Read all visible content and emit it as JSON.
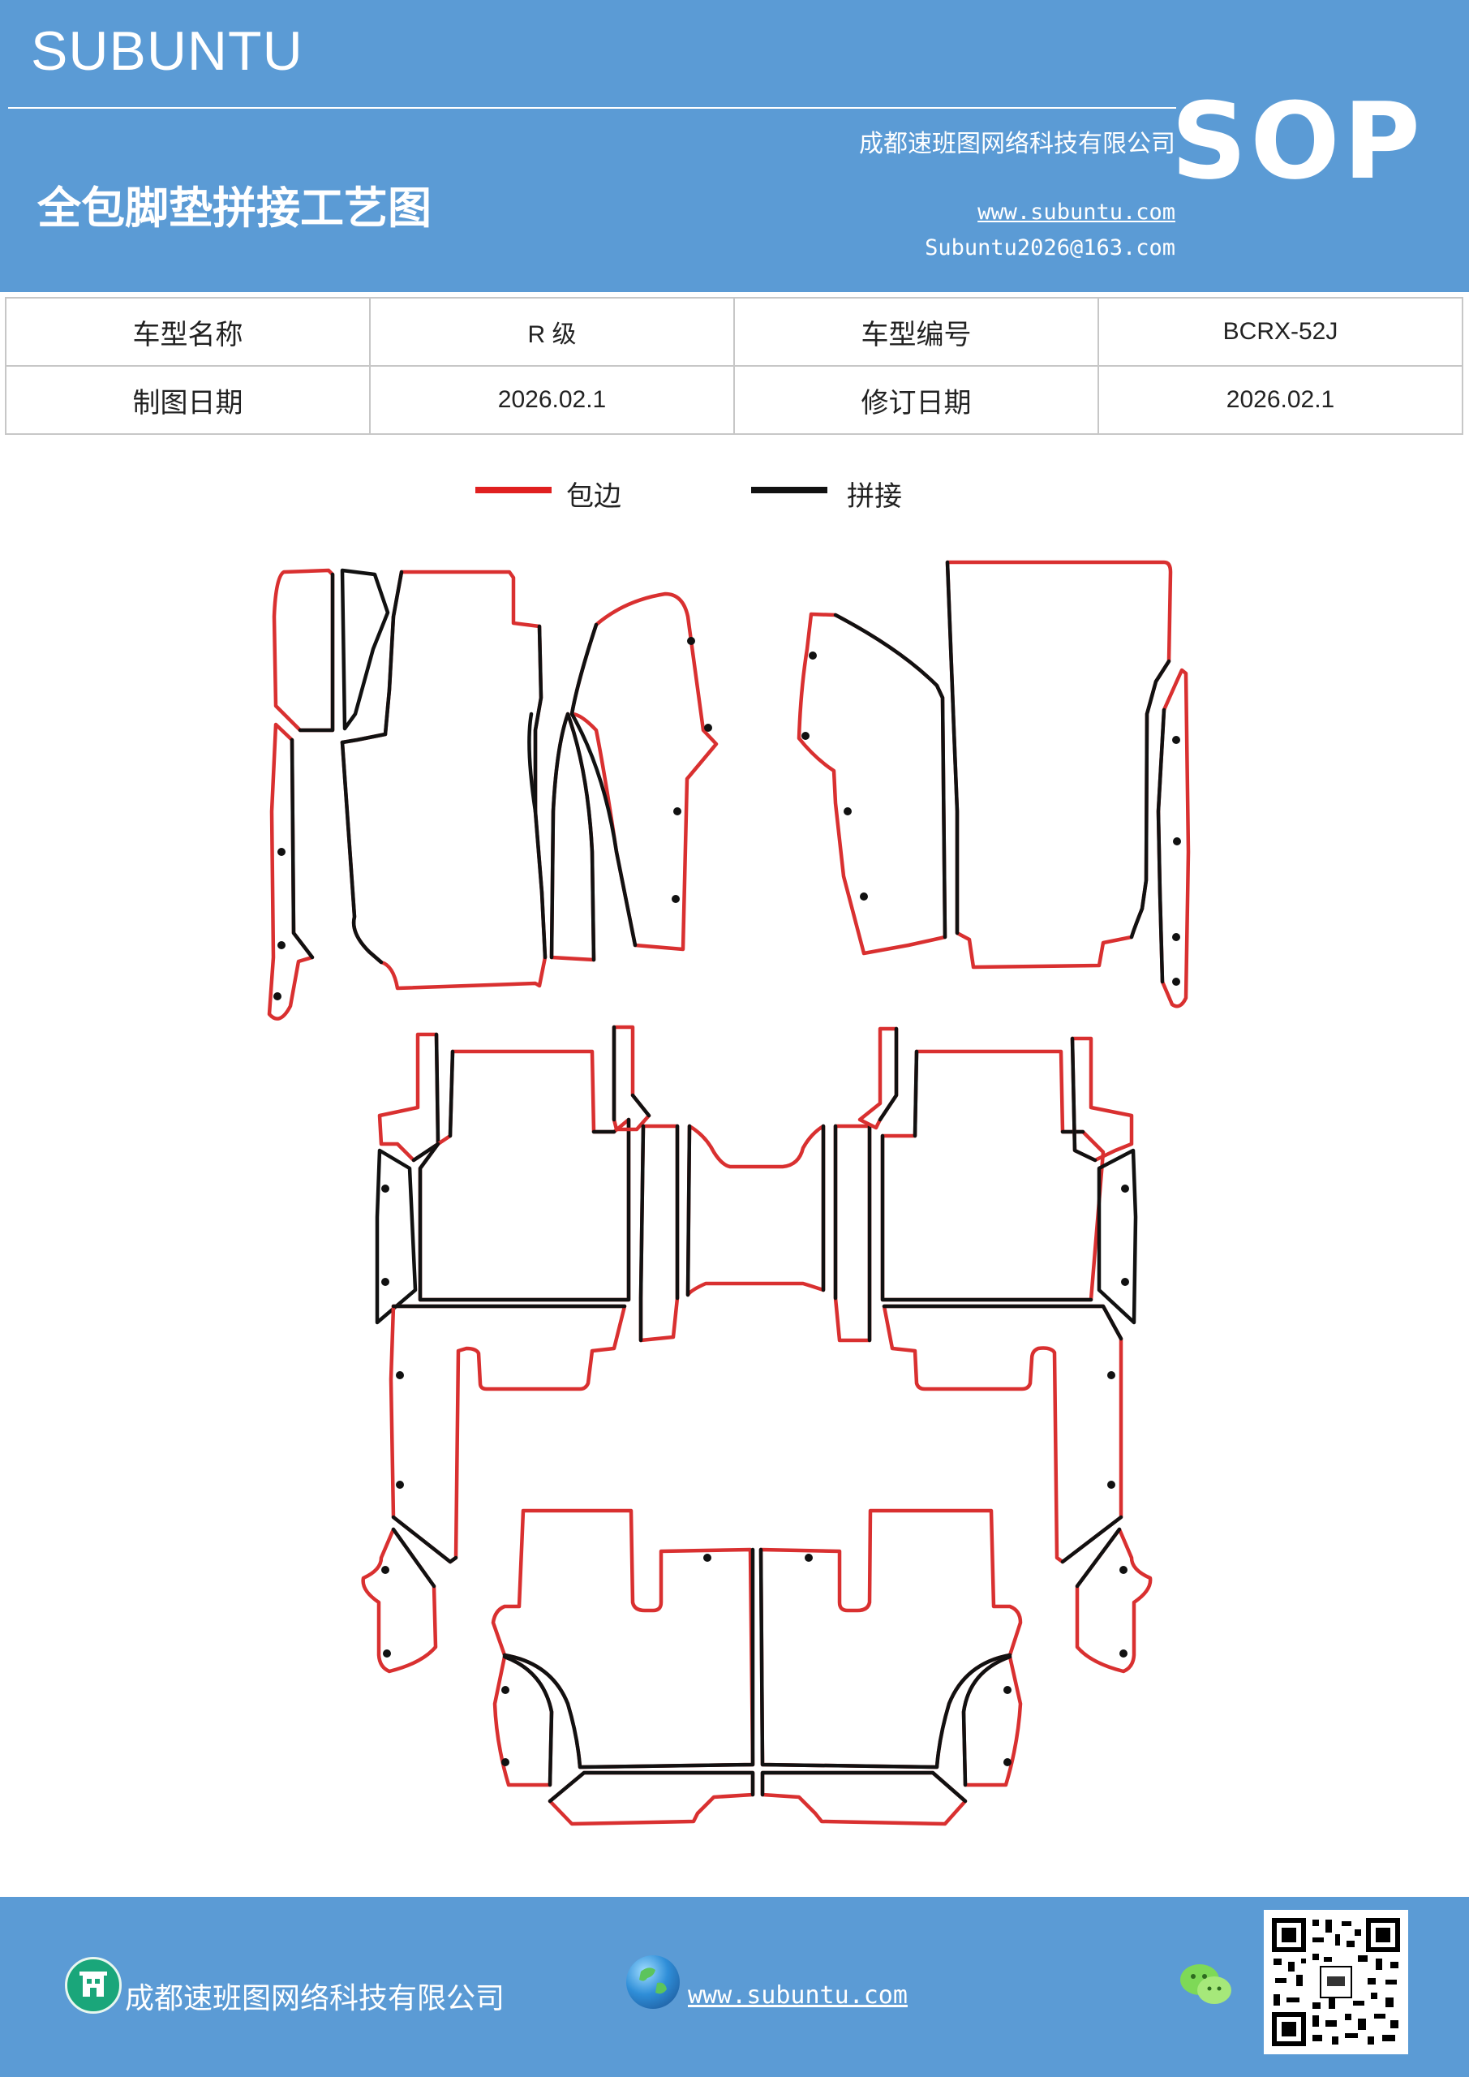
{
  "header": {
    "brand": "SUBUNTU",
    "company": "成都速班图网络科技有限公司",
    "title": "全包脚垫拼接工艺图",
    "url": "www.subuntu.com",
    "email": "Subuntu2026@163.com",
    "badge": "SOP"
  },
  "info_table": {
    "rows": [
      [
        "车型名称",
        "R 级",
        "车型编号",
        "BCRX-52J"
      ],
      [
        "制图日期",
        "2026.02.1",
        "修订日期",
        "2026.02.1"
      ]
    ]
  },
  "legend": {
    "items": [
      {
        "label": "包边",
        "color": "#e02020"
      },
      {
        "label": "拼接",
        "color": "#111111"
      }
    ]
  },
  "footer": {
    "company": "成都速班图网络科技有限公司",
    "url": "www.subuntu.com"
  },
  "colors": {
    "header_bg": "#5b9bd5",
    "edge_red": "#d93030",
    "seam_black": "#111111"
  },
  "icons": [
    "building-icon",
    "globe-icon",
    "wechat-icon",
    "qr-code"
  ]
}
